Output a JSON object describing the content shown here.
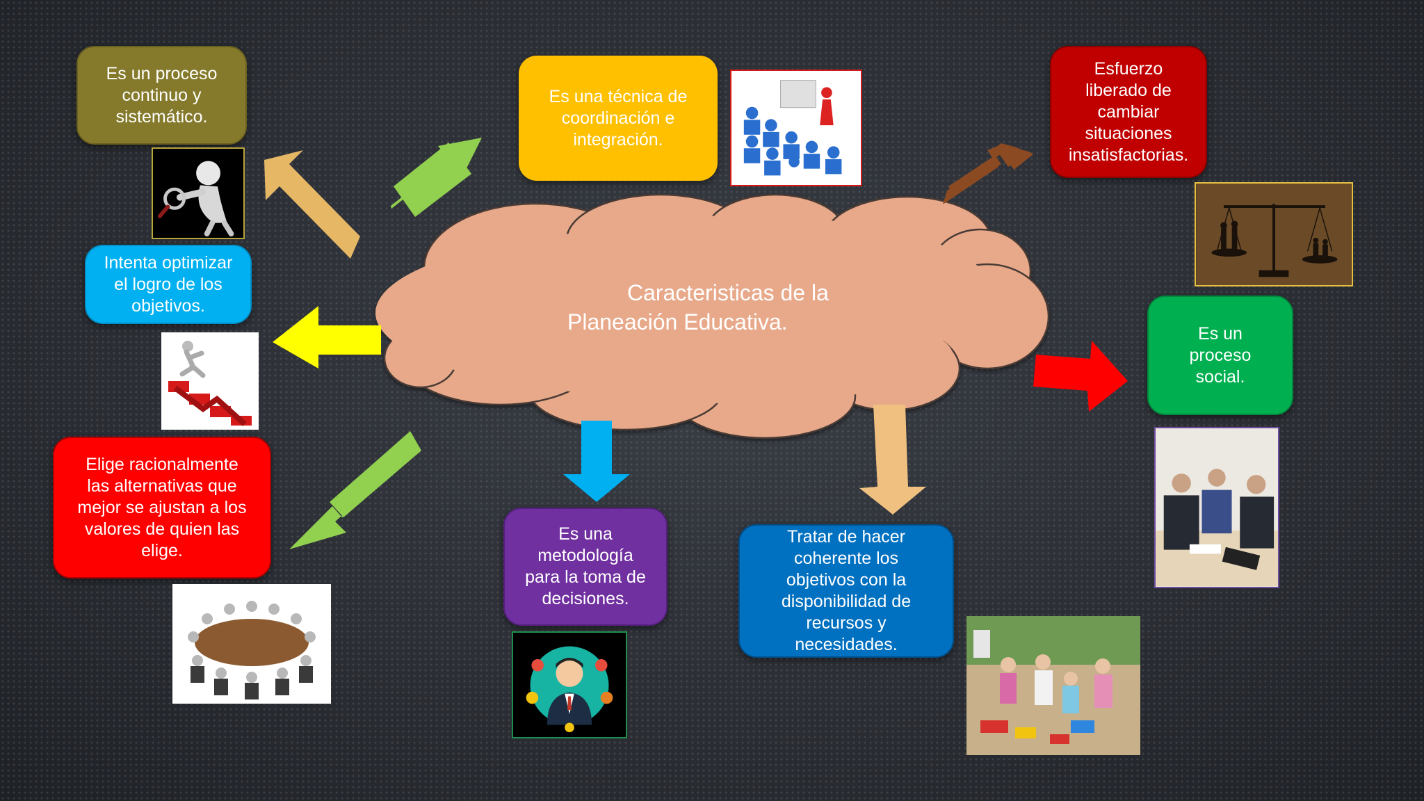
{
  "center": {
    "title_line1": "Caracteristicas de la",
    "title_line2": "Planeación Educativa."
  },
  "nodes": {
    "proceso_continuo": {
      "text": "Es un proceso\ncontinuo y\nsistemático.",
      "color": "#857a2c"
    },
    "tecnica_coordinacion": {
      "text": "Es una técnica de\ncoordinación e\nintegración.",
      "color": "#ffc000"
    },
    "esfuerzo_liberado": {
      "text": "Esfuerzo\nliberado de\ncambiar\nsituaciones\ninsatisfactorias.",
      "color": "#c00000"
    },
    "optimizar_logro": {
      "text": "Intenta optimizar\nel logro de los\nobjetivos.",
      "color": "#00b0f0"
    },
    "proceso_social": {
      "text": "Es un\nproceso\nsocial.",
      "color": "#00b050"
    },
    "elige_racionalmente": {
      "text": "Elige racionalmente\nlas alternativas que\nmejor se ajustan a los\nvalores de quien las\nelige.",
      "color": "#ff0000"
    },
    "metodologia_decisiones": {
      "text": "Es una\nmetodología\npara la toma de\ndecisiones.",
      "color": "#7030a0"
    },
    "coherente_objetivos": {
      "text": "Tratar de hacer\ncoherente los\nobjetivos con la\ndisponibilidad de\nrecursos y\nnecesidades.",
      "color": "#0070c0"
    }
  },
  "images": {
    "magnifier": "magnifier-person-icon",
    "presentation": "presentation-audience-icon",
    "scales": "balance-scales-icon",
    "stairs_runner": "stairs-runner-icon",
    "business_meeting": "business-meeting-photo",
    "round_table": "round-table-meeting-icon",
    "manager": "manager-avatar-icon",
    "classroom": "classroom-children-photo"
  },
  "arrow_colors": {
    "to_proceso_continuo": "#e6b866",
    "to_tecnica": "#92d050",
    "to_esfuerzo": "#8b4a22",
    "to_optimizar": "#ffff00",
    "to_social": "#ff0000",
    "to_elige": "#92d050",
    "to_metodologia": "#00b0f0",
    "to_coherente": "#f0c080"
  },
  "cloud_color": "#e8a98a"
}
